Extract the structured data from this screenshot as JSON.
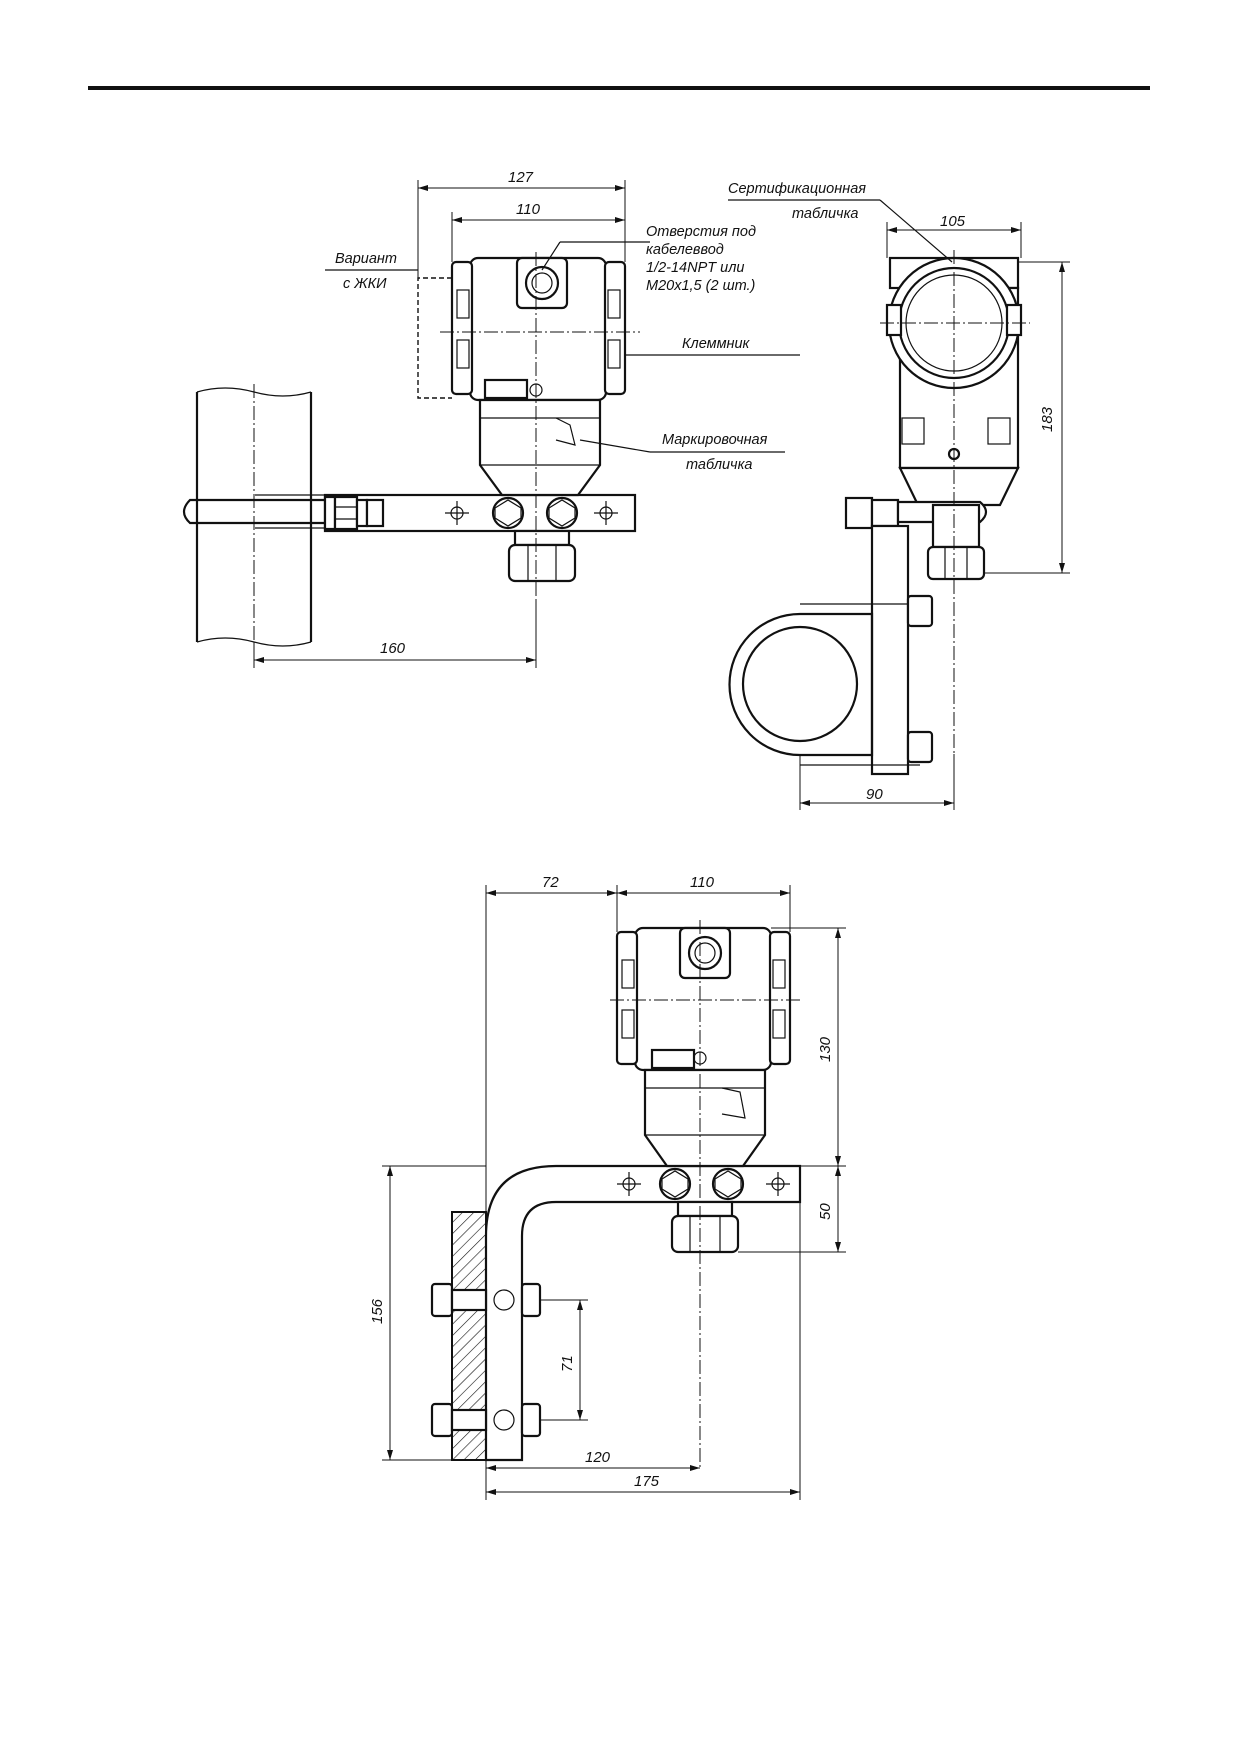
{
  "dimensions": {
    "d127": "127",
    "d110_top": "110",
    "d105": "105",
    "d183": "183",
    "d160": "160",
    "d90": "90",
    "d72": "72",
    "d110_bottom": "110",
    "d130": "130",
    "d50": "50",
    "d156": "156",
    "d71": "71",
    "d120": "120",
    "d175": "175"
  },
  "labels": {
    "variant_line1": "Вариант",
    "variant_line2": "с ЖКИ",
    "holes_line1": "Отверстия под",
    "holes_line2": "кабелеввод",
    "holes_line3": "1/2-14NPT или",
    "holes_line4": "M20x1,5 (2 шт.)",
    "terminal": "Клеммник",
    "marking_line1": "Маркировочная",
    "marking_line2": "табличка",
    "cert_line1": "Сертификационная",
    "cert_line2": "табличка"
  }
}
